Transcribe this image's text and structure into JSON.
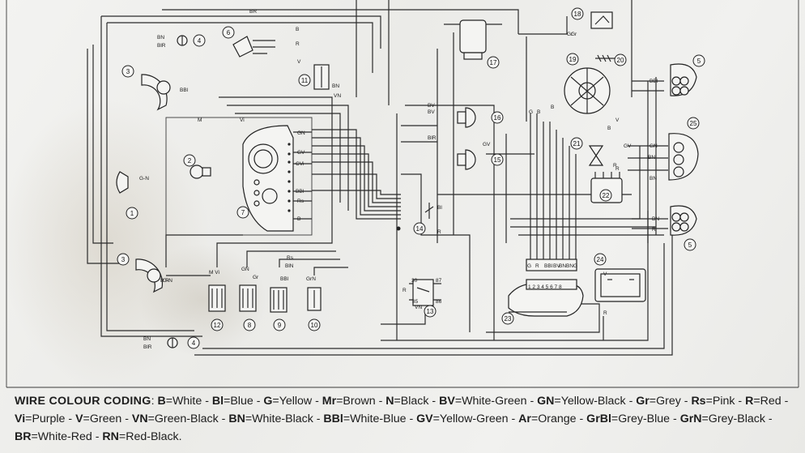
{
  "legend": {
    "title": "WIRE COLOUR CODING",
    "entries": [
      {
        "code": "B",
        "name": "White"
      },
      {
        "code": "Bl",
        "name": "Blue"
      },
      {
        "code": "G",
        "name": "Yellow"
      },
      {
        "code": "Mr",
        "name": "Brown"
      },
      {
        "code": "N",
        "name": "Black"
      },
      {
        "code": "BV",
        "name": "White-Green"
      },
      {
        "code": "GN",
        "name": "Yellow-Black"
      },
      {
        "code": "Gr",
        "name": "Grey"
      },
      {
        "code": "Rs",
        "name": "Pink"
      },
      {
        "code": "R",
        "name": "Red"
      },
      {
        "code": "Vi",
        "name": "Purple"
      },
      {
        "code": "V",
        "name": "Green"
      },
      {
        "code": "VN",
        "name": "Green-Black"
      },
      {
        "code": "BN",
        "name": "White-Black"
      },
      {
        "code": "BBl",
        "name": "White-Blue"
      },
      {
        "code": "GV",
        "name": "Yellow-Green"
      },
      {
        "code": "Ar",
        "name": "Orange"
      },
      {
        "code": "GrBl",
        "name": "Grey-Blue"
      },
      {
        "code": "GrN",
        "name": "Grey-Black"
      },
      {
        "code": "BR",
        "name": "White-Red"
      },
      {
        "code": "RN",
        "name": "Red-Black."
      }
    ]
  },
  "components": [
    "1",
    "2",
    "3",
    "3",
    "4",
    "4",
    "5",
    "5",
    "6",
    "7",
    "8",
    "9",
    "10",
    "11",
    "12",
    "13",
    "14",
    "15",
    "16",
    "17",
    "18",
    "19",
    "20",
    "21",
    "22",
    "23",
    "24",
    "25"
  ],
  "wire_labels": [
    "BR",
    "BN",
    "BlR",
    "B",
    "R",
    "V",
    "Gr",
    "BBl",
    "M",
    "Vi",
    "G-N",
    "GN",
    "GV",
    "CVi",
    "BBl",
    "Rs",
    "B",
    "BN",
    "VN",
    "BV",
    "BV",
    "BlR",
    "GV",
    "Bl",
    "R",
    "B R",
    "M Vi",
    "GN",
    "Gr",
    "Rs",
    "BlN",
    "BBl",
    "GrN",
    "G-N",
    "BN",
    "BlR",
    "30",
    "87",
    "R",
    "85",
    "86",
    "VN",
    "BBl",
    "GN",
    "BN",
    "R",
    "Gr",
    "R",
    "GV",
    "V",
    "BN",
    "G",
    "B",
    "B",
    "B",
    "BN",
    "G",
    "R",
    "BBl",
    "BV",
    "BN",
    "BNG",
    "1 2 3 4 5 6 7 8",
    "V",
    "R",
    "R"
  ]
}
